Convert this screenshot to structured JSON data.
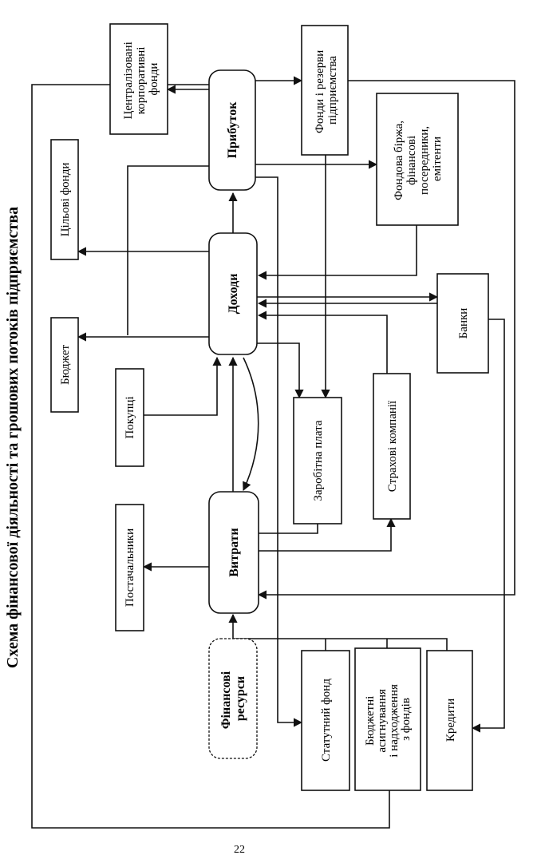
{
  "title": "Схема фінансової діяльності та грошових потоків підприємства",
  "page_number": "22",
  "nodes": {
    "tsentralizovani": [
      "Централізовані",
      "корпоративні",
      "фонди"
    ],
    "fondy_rezervy": [
      "Фонди і резерви",
      "підприємства"
    ],
    "fondova_birzha": [
      "Фондова біржа,",
      "фінансові",
      "посередники,",
      "емітенти"
    ],
    "tsilovi_fondy": [
      "Цільові фонди"
    ],
    "prybutok": [
      "Прибуток"
    ],
    "dokhody": [
      "Доходи"
    ],
    "banky": [
      "Банки"
    ],
    "biudzhet": [
      "Бюджет"
    ],
    "pokuptsi": [
      "Покупці"
    ],
    "zarobitna_plata": [
      "Заробітна плата"
    ],
    "strakhovi": [
      "Страхові компанії"
    ],
    "postachalnyky": [
      "Постачальники"
    ],
    "vytraty": [
      "Витрати"
    ],
    "finansovi_resursy": [
      "Фінансові",
      "ресурси"
    ],
    "statutnyi_fond": [
      "Статутний фонд"
    ],
    "biudzhetni_asyhnuvannia": [
      "Бюджетні",
      "асигнування",
      "і надходження",
      "з фондів"
    ],
    "kredyty": [
      "Кредити"
    ]
  }
}
